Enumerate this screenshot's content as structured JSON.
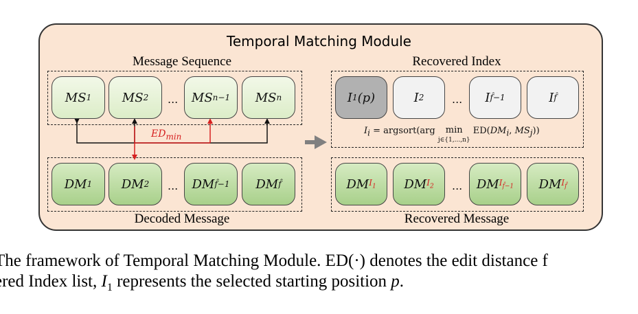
{
  "module": {
    "title": "Temporal Matching Module"
  },
  "sections": {
    "message_sequence": "Message Sequence",
    "decoded_message": "Decoded Message",
    "recovered_index": "Recovered Index",
    "recovered_message": "Recovered Message"
  },
  "message_sequence": {
    "nodes": [
      {
        "base": "MS",
        "sub": "1"
      },
      {
        "base": "MS",
        "sub": "2"
      },
      {
        "base": "MS",
        "sub": "n−1"
      },
      {
        "base": "MS",
        "sub": "n"
      }
    ],
    "ellipsis": "..."
  },
  "decoded_message": {
    "nodes": [
      {
        "base": "DM",
        "sub": "1"
      },
      {
        "base": "DM",
        "sub": "2"
      },
      {
        "base": "DM",
        "sub": "f̂−1"
      },
      {
        "base": "DM",
        "sub": "f̂"
      }
    ],
    "ellipsis": "..."
  },
  "recovered_index": {
    "nodes": [
      {
        "text": "I",
        "sub": "1",
        "suffix": "(p)"
      },
      {
        "text": "I",
        "sub": "2",
        "suffix": ""
      },
      {
        "text": "I",
        "sub": "f̂−1",
        "suffix": ""
      },
      {
        "text": "I",
        "sub": "f̂",
        "suffix": ""
      }
    ],
    "ellipsis": "..."
  },
  "recovered_message": {
    "nodes": [
      {
        "base": "DM",
        "sub": "I",
        "subsub": "1"
      },
      {
        "base": "DM",
        "sub": "I",
        "subsub": "2"
      },
      {
        "base": "DM",
        "sub": "I",
        "subsub": "f̂−1"
      },
      {
        "base": "DM",
        "sub": "I",
        "subsub": "f̂"
      }
    ],
    "ellipsis": "..."
  },
  "formula": {
    "lhs": "I",
    "lhs_sub": "i",
    "eq": " = argsort(arg ",
    "min": "min",
    "min_sub": "j∈{1,...,n}",
    "rhs": " ED(",
    "arg1": "DM",
    "arg1_sub": "i",
    "arg2": "MS",
    "arg2_sub": "j",
    "close": "))"
  },
  "ed_label": {
    "base": "ED",
    "sub": "min"
  },
  "caption": {
    "line1": "The framework of Temporal Matching Module. ED(·) denotes the edit distance f",
    "line2_a": "ered Index list, ",
    "line2_var": "I",
    "line2_sub": "1",
    "line2_b": " represents the selected starting position ",
    "line2_p": "p",
    "line2_end": "."
  },
  "colors": {
    "module_bg": "#fbe5d3",
    "ms_node": "#dcedc8",
    "dm_node": "#a8d08a",
    "index_node": "#f2f2f2",
    "index_selected": "#b1b1b1",
    "highlight": "#d62020",
    "arrow_gray": "#808080"
  }
}
